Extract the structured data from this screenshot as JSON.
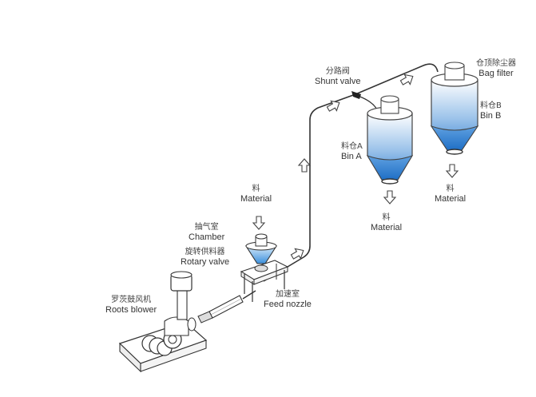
{
  "title": "Pneumatic conveying system diagram",
  "colors": {
    "line": "#333333",
    "bin_fill_top": "#ffffff",
    "bin_fill_bottom": "#2f7fd0",
    "background": "#ffffff"
  },
  "labels": {
    "shunt_valve": {
      "zh": "分路阀",
      "en": "Shunt valve"
    },
    "bag_filter": {
      "zh": "仓顶除尘器",
      "en": "Bag filter"
    },
    "bin_b": {
      "zh": "料仓B",
      "en": "Bin B"
    },
    "bin_a": {
      "zh": "料仓A",
      "en": "Bin A"
    },
    "material_bin_a": {
      "zh": "料",
      "en": "Material"
    },
    "material_bin_b": {
      "zh": "料",
      "en": "Material"
    },
    "material_in": {
      "zh": "料",
      "en": "Material"
    },
    "chamber": {
      "zh": "抽气室",
      "en": "Chamber"
    },
    "rotary_valve": {
      "zh": "旋转供料器",
      "en": "Rotary valve"
    },
    "feed_nozzle": {
      "zh": "加速室",
      "en": "Feed nozzle"
    },
    "roots_blower": {
      "zh": "罗茨鼓风机",
      "en": "Roots blower"
    }
  },
  "flow_arrows": [
    "up",
    "up-right",
    "up-right",
    "up-right",
    "down",
    "down",
    "down"
  ]
}
